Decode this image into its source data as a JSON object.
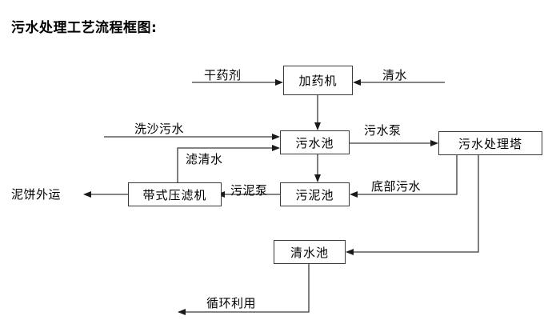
{
  "title": "污水处理工艺流程框图:",
  "diagram": {
    "type": "flowchart",
    "nodes": [
      {
        "id": "dosing-machine",
        "label": "加药机"
      },
      {
        "id": "sewage-pool",
        "label": "污水池"
      },
      {
        "id": "sewage-treatment-tower",
        "label": "污水处理塔"
      },
      {
        "id": "belt-filter-press",
        "label": "带式压滤机"
      },
      {
        "id": "sludge-pool",
        "label": "污泥池"
      },
      {
        "id": "clean-water-pool",
        "label": "清水池"
      }
    ],
    "edge_labels": [
      {
        "id": "dry-reagent",
        "label": "干药剂"
      },
      {
        "id": "clean-water-in",
        "label": "清水"
      },
      {
        "id": "sand-washing-sewage",
        "label": "洗沙污水"
      },
      {
        "id": "filtered-clear-water",
        "label": "滤清水"
      },
      {
        "id": "sewage-pump",
        "label": "污水泵"
      },
      {
        "id": "sludge-pump",
        "label": "污泥泵"
      },
      {
        "id": "bottom-sewage",
        "label": "底部污水"
      },
      {
        "id": "mud-cake-output",
        "label": "泥饼外运"
      },
      {
        "id": "recycle-use",
        "label": "循环利用"
      }
    ],
    "colors": {
      "box_border": "#3a3a3a",
      "line": "#3a3a3a",
      "text": "#000000",
      "background": "#ffffff"
    }
  }
}
